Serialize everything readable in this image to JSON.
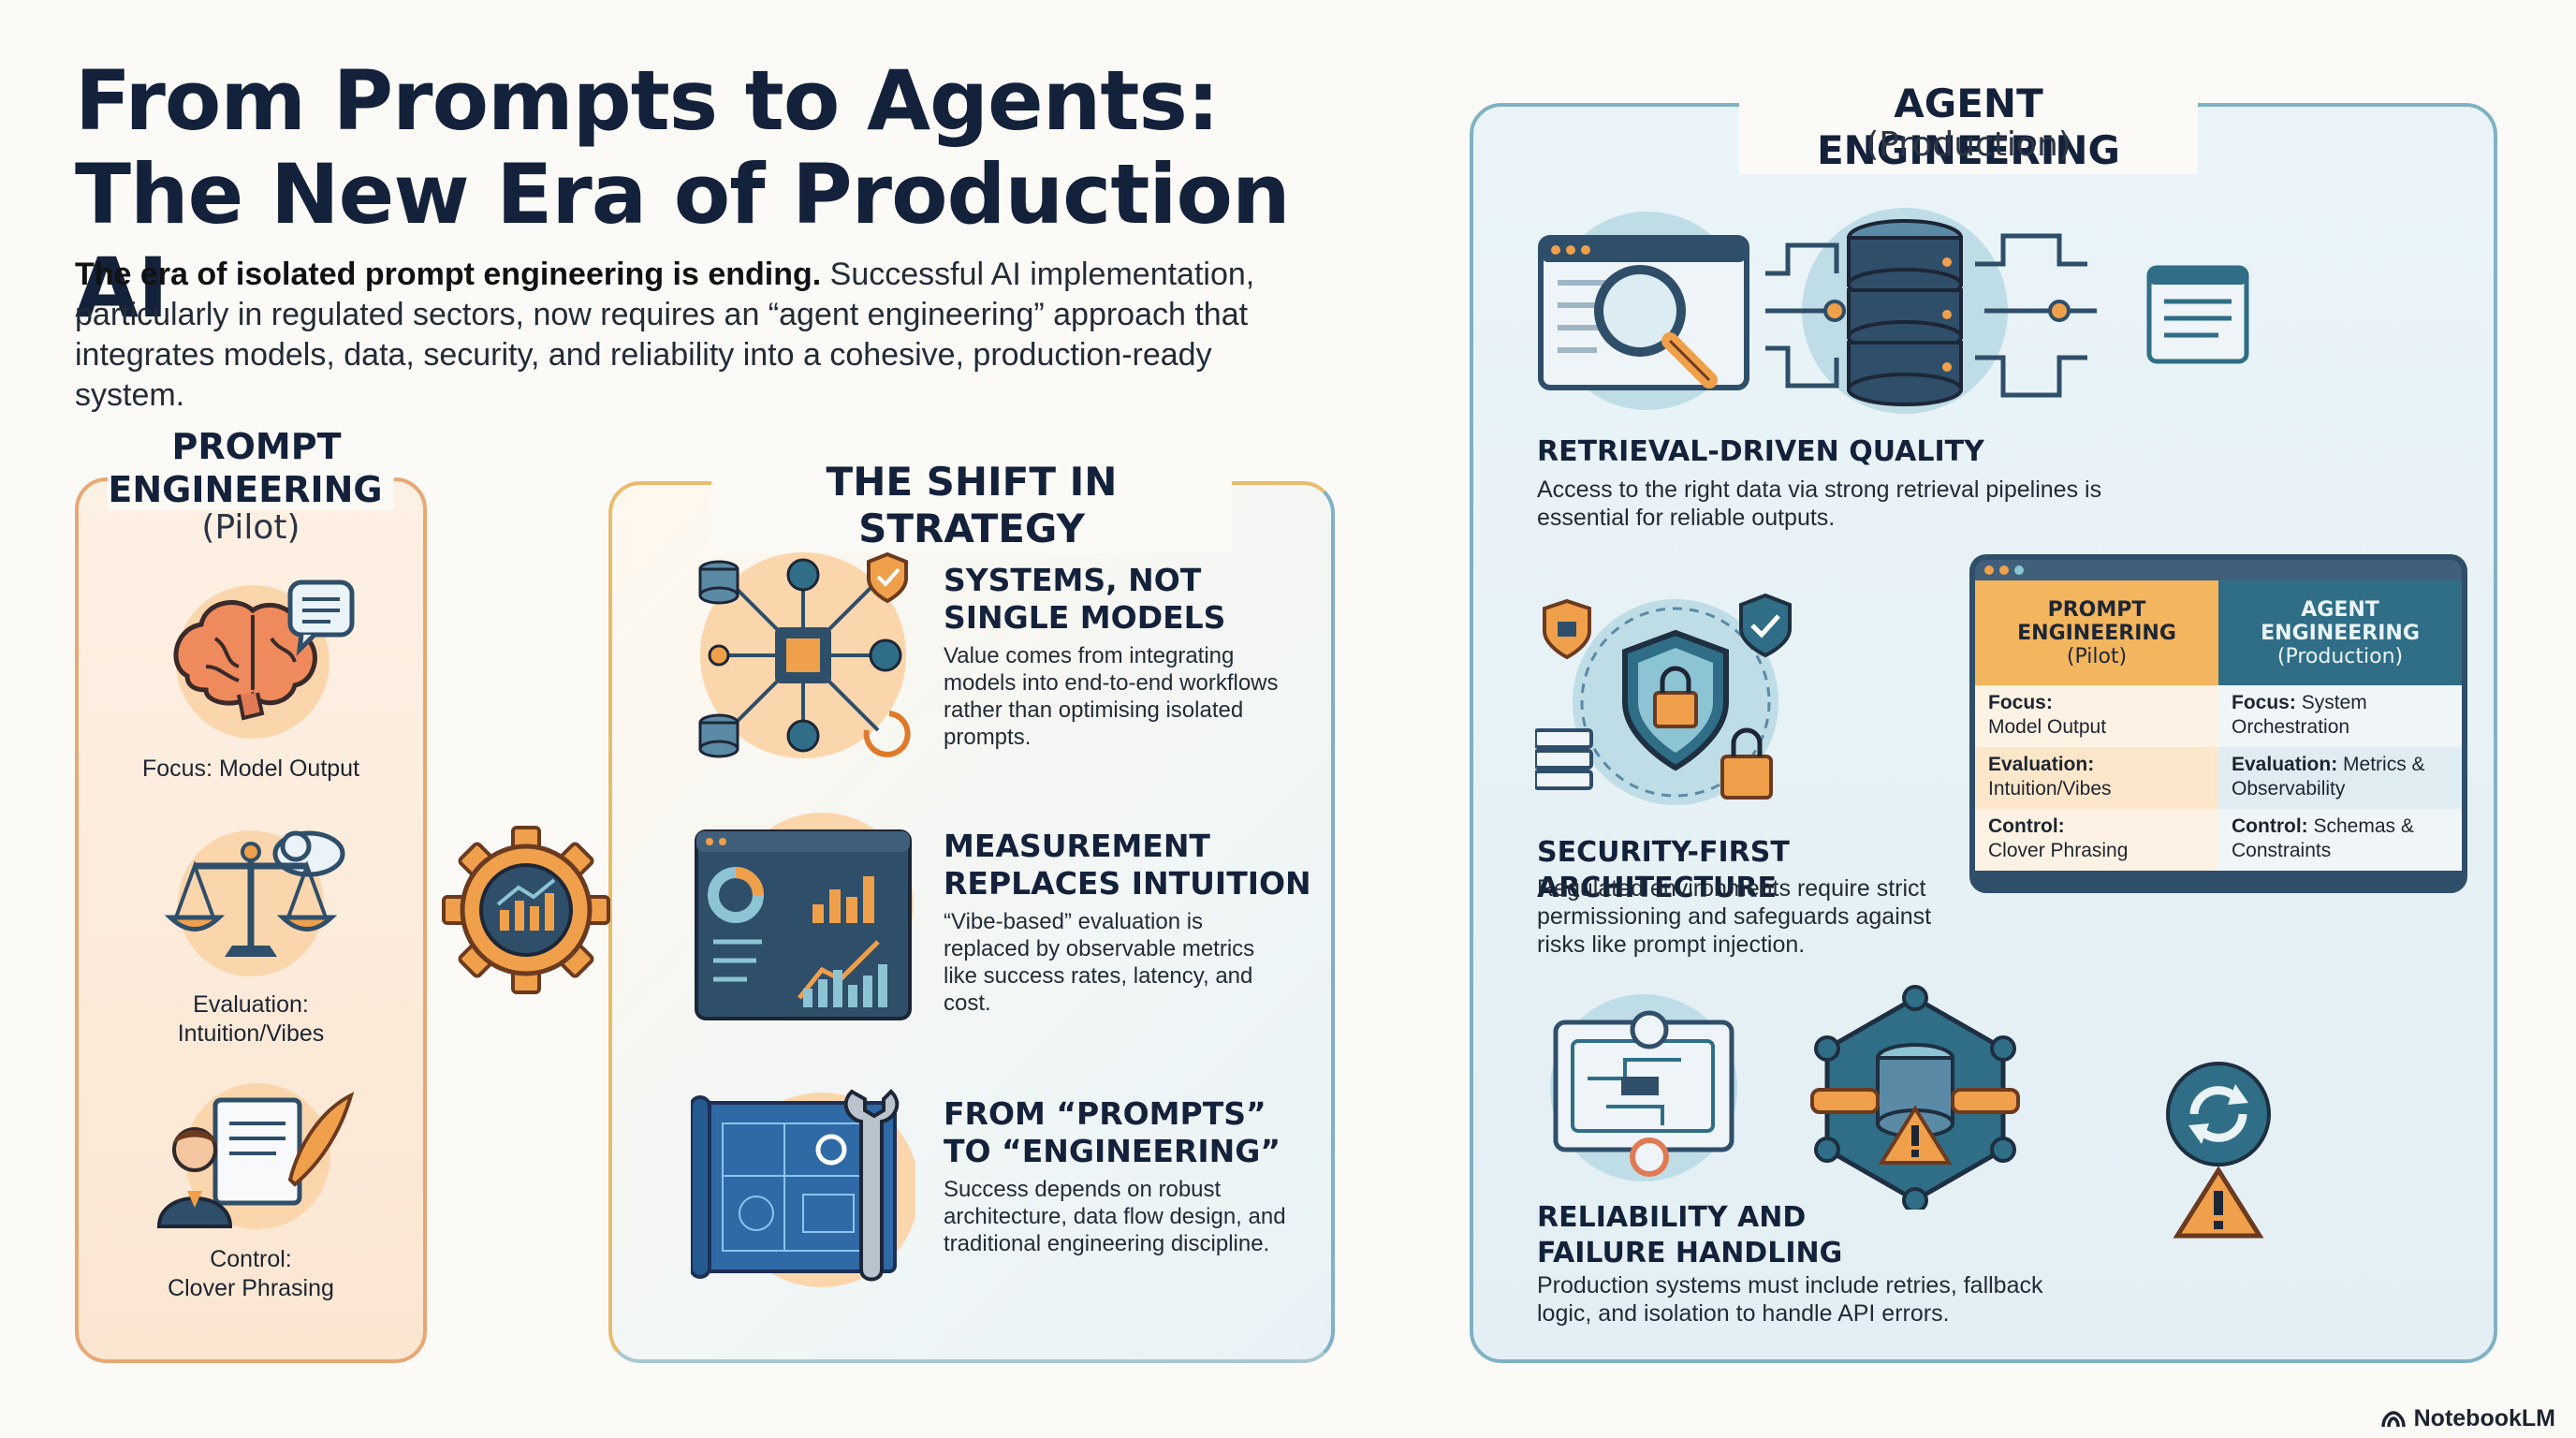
{
  "header": {
    "title_line1": "From Prompts to Agents:",
    "title_line2": "The New Era of Production AI",
    "intro_bold": "The era of isolated prompt engineering is ending.",
    "intro_rest": "Successful AI implementation, particularly in regulated sectors, now requires an “agent engineering” approach that integrates models, data, security, and reliability into a cohesive, production-ready system."
  },
  "left_panel": {
    "heading": "PROMPT ENGINEERING",
    "sub": "(Pilot)",
    "items": [
      {
        "icon": "brain-icon",
        "label": "Focus: Model Output"
      },
      {
        "icon": "scales-icon",
        "label_line1": "Evaluation:",
        "label_line2": "Intuition/Vibes"
      },
      {
        "icon": "writer-icon",
        "label_line1": "Control:",
        "label_line2": "Clover Phrasing"
      }
    ]
  },
  "middle_panel": {
    "heading": "THE SHIFT IN STRATEGY",
    "items": [
      {
        "icon": "systems-network-icon",
        "title_line1": "SYSTEMS, NOT",
        "title_line2": "SINGLE MODELS",
        "body": "Value comes from integrating models into end-to-end workflows rather than optimising isolated prompts."
      },
      {
        "icon": "dashboard-icon",
        "title_line1": "MEASUREMENT",
        "title_line2": "REPLACES INTUITION",
        "body": "“Vibe-based” evaluation is replaced by observable metrics like success rates, latency, and cost."
      },
      {
        "icon": "blueprint-wrench-icon",
        "title_line1": "FROM “PROMPTS”",
        "title_line2": "TO “ENGINEERING”",
        "body": "Success depends on robust architecture, data flow design, and traditional engineering discipline."
      }
    ]
  },
  "right_panel": {
    "heading": "AGENT ENGINEERING",
    "sub": "(Production)",
    "sections": [
      {
        "icon": "retrieval-pipeline-icon",
        "title": "RETRIEVAL-DRIVEN QUALITY",
        "body": "Access to the right data via strong retrieval pipelines is essential for reliable outputs."
      },
      {
        "icon": "security-shield-icon",
        "title": "SECURITY-FIRST ARCHITECTURE",
        "body": "Regulated environments require strict permissioning and safeguards against risks like prompt injection."
      },
      {
        "icon": "reliability-icon",
        "title_line1": "RELIABILITY AND",
        "title_line2": "FAILURE HANDLING",
        "body": "Production systems must include retries, fallback logic, and isolation to handle API errors."
      }
    ],
    "table": {
      "col_a_line1": "PROMPT",
      "col_a_line2": "ENGINEERING",
      "col_a_sub": "(Pilot)",
      "col_b_line1": "AGENT",
      "col_b_line2": "ENGINEERING",
      "col_b_sub": "(Production)",
      "rows": [
        {
          "a_key": "Focus:",
          "a_val": "Model Output",
          "b_key": "Focus:",
          "b_val": "System Orchestration"
        },
        {
          "a_key": "Evaluation:",
          "a_val": "Intuition/Vibes",
          "b_key": "Evaluation:",
          "b_val": "Metrics & Observability"
        },
        {
          "a_key": "Control:",
          "a_val": "Clover Phrasing",
          "b_key": "Control:",
          "b_val": "Schemas & Constraints"
        }
      ]
    }
  },
  "brand": "NotebookLM",
  "colors": {
    "navy": "#14213a",
    "orange": "#f0a04b",
    "teal": "#2f6e86",
    "light_teal": "#8cc4d4",
    "peach": "#fbd9b5"
  }
}
